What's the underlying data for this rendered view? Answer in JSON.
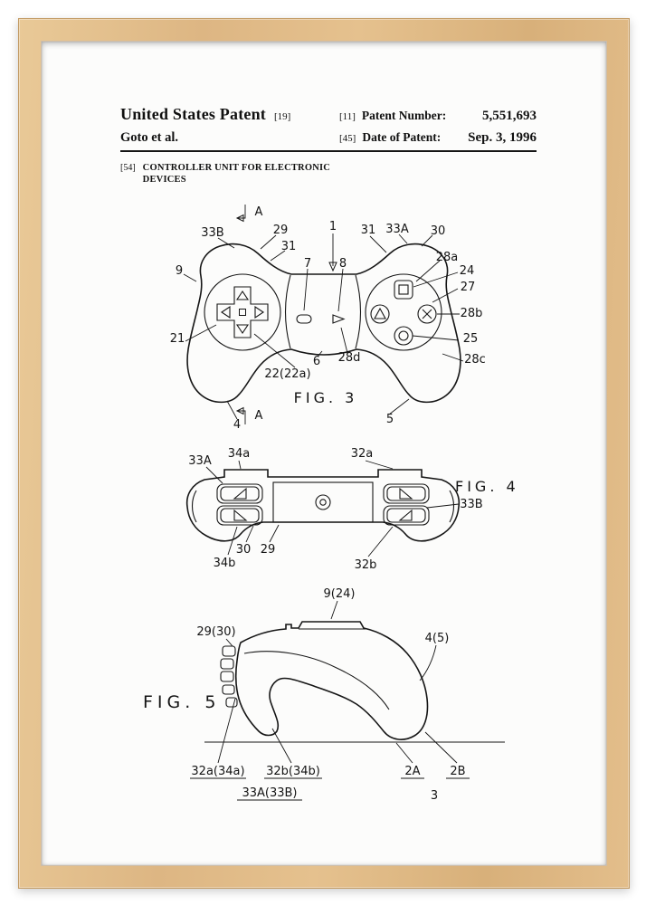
{
  "header": {
    "title": "United States Patent",
    "title_ref": "[19]",
    "authors": "Goto et al.",
    "patent_number_ref": "[11]",
    "patent_number_label": "Patent Number:",
    "patent_number_value": "5,551,693",
    "date_ref": "[45]",
    "date_label": "Date of Patent:",
    "date_value": "Sep. 3, 1996"
  },
  "title_block": {
    "ref": "[54]",
    "line1": "CONTROLLER UNIT FOR ELECTRONIC",
    "line2": "DEVICES"
  },
  "fig3": {
    "caption": "FIG. 3",
    "labels": {
      "section_a_top": "A",
      "section_a_bottom": "A",
      "n1": "1",
      "n4": "4",
      "n5": "5",
      "n6": "6",
      "n7": "7",
      "n8": "8",
      "n9": "9",
      "n21": "21",
      "n22": "22(22a)",
      "n24": "24",
      "n25": "25",
      "n27": "27",
      "n28a": "28a",
      "n28b": "28b",
      "n28c": "28c",
      "n28d": "28d",
      "n29": "29",
      "n30": "30",
      "n31l": "31",
      "n31r": "31",
      "n33a": "33A",
      "n33b": "33B"
    }
  },
  "fig4": {
    "caption": "FIG. 4",
    "labels": {
      "n33a": "33A",
      "n34a": "34a",
      "n32a": "32a",
      "n33b": "33B",
      "n30": "30",
      "n29": "29",
      "n34b": "34b",
      "n32b": "32b"
    }
  },
  "fig5": {
    "caption": "FIG. 5",
    "labels": {
      "n9_24": "9(24)",
      "n29_30": "29(30)",
      "n4_5": "4(5)",
      "n32a_34a": "32a(34a)",
      "n32b_34b": "32b(34b)",
      "n2a": "2A",
      "n2b": "2B",
      "n33a_33b": "33A(33B)",
      "n3": "3"
    }
  }
}
